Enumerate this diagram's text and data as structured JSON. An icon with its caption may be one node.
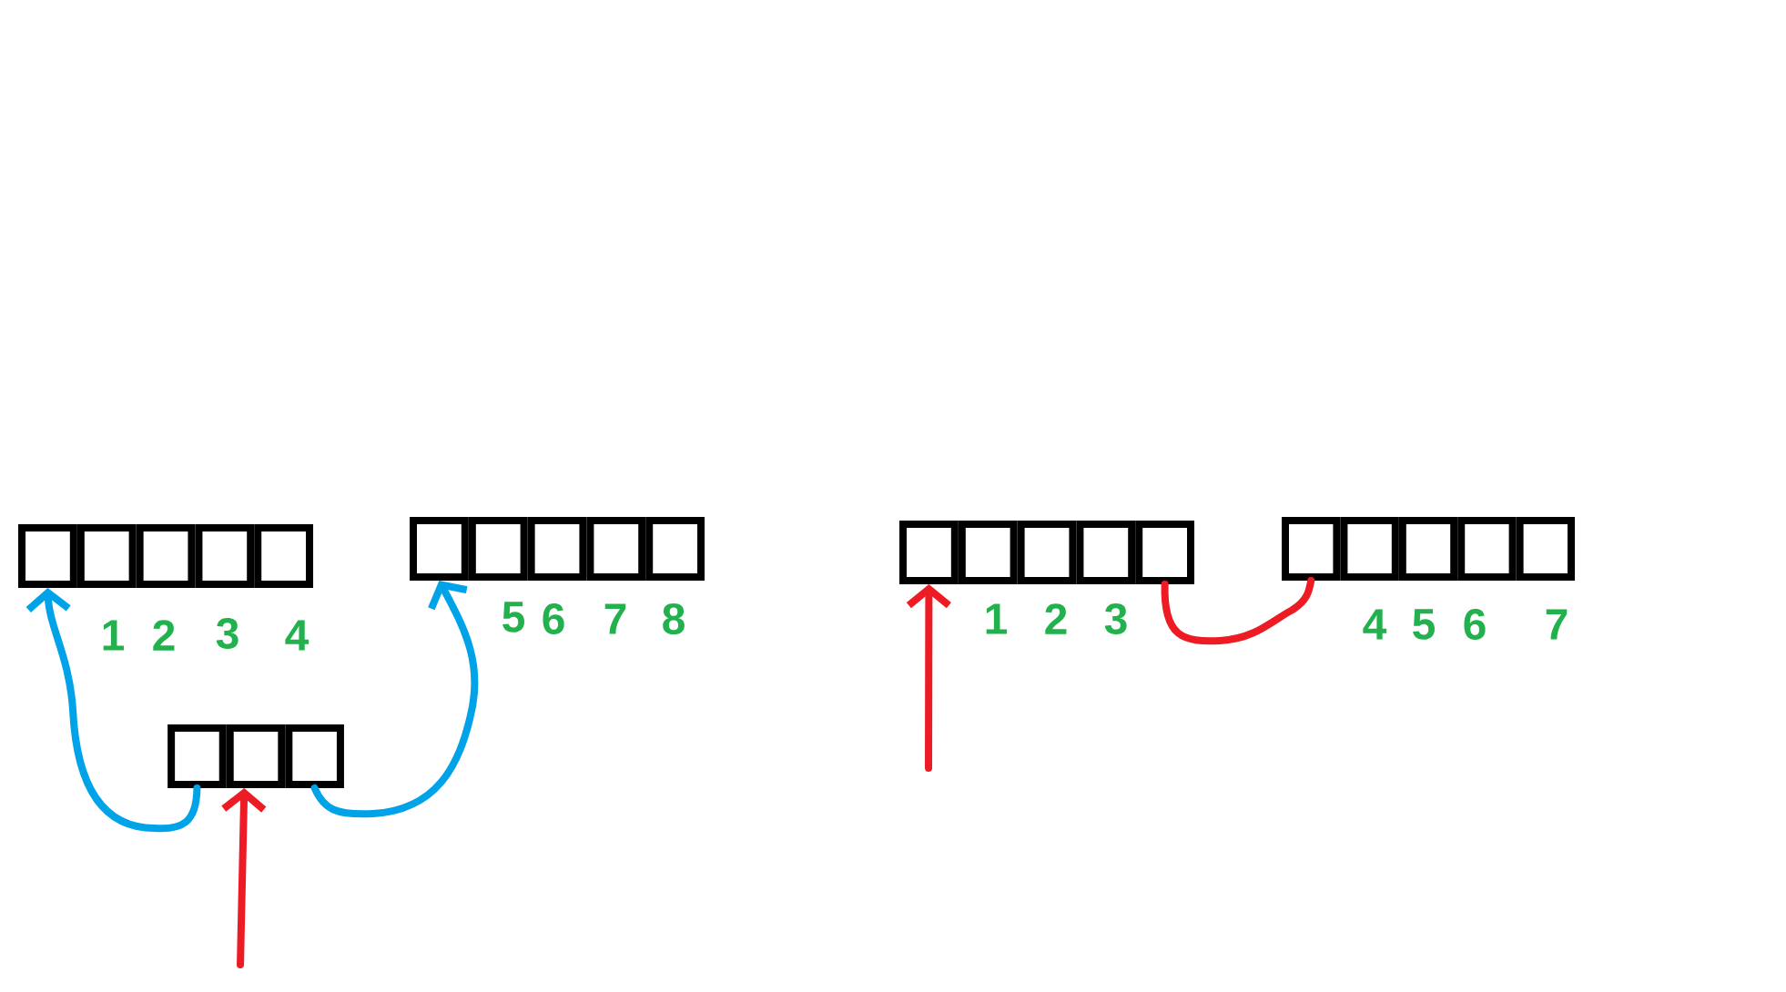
{
  "diagram": {
    "nodes": [
      {
        "text": [],
        "shape": "box"
      },
      {
        "text": [],
        "shape": "box"
      },
      {
        "text": [],
        "shape": "box"
      },
      {
        "text": [],
        "shape": "box"
      },
      {
        "text": [],
        "shape": "box"
      },
      {
        "text": [],
        "shape": "box"
      },
      {
        "text": [],
        "shape": "box"
      },
      {
        "text": [],
        "shape": "box"
      },
      {
        "text": [],
        "shape": "box"
      },
      {
        "text": [],
        "shape": "box"
      },
      {
        "text": [],
        "shape": "box"
      },
      {
        "text": [],
        "shape": "box"
      },
      {
        "text": [],
        "shape": "box"
      },
      {
        "text": [],
        "shape": "box"
      },
      {
        "text": [],
        "shape": "box"
      },
      {
        "text": [],
        "shape": "box"
      },
      {
        "text": [],
        "shape": "box"
      },
      {
        "text": [],
        "shape": "box"
      },
      {
        "text": [],
        "shape": "box"
      },
      {
        "text": [],
        "shape": "box"
      },
      {
        "text": [],
        "shape": "box"
      },
      {
        "text": [],
        "shape": "box"
      },
      {
        "text": [],
        "shape": "box"
      }
    ],
    "edges": [
      {
        "from": 20,
        "to": 0,
        "arrow": "to",
        "color": "#00a2e8"
      },
      {
        "from": 22,
        "to": 5,
        "arrow": "to",
        "color": "#00a2e8"
      },
      {
        "from": null,
        "to": 21,
        "arrow": "to"
      },
      {
        "from": null,
        "to": 10,
        "arrow": "to"
      },
      {
        "from": 14,
        "to": 15,
        "arrow": "none"
      }
    ],
    "labels": [
      "1",
      "2",
      "3",
      "4",
      "5",
      "6",
      "7",
      "8",
      "1",
      "2",
      "3",
      "4",
      "5",
      "6",
      "7"
    ]
  }
}
